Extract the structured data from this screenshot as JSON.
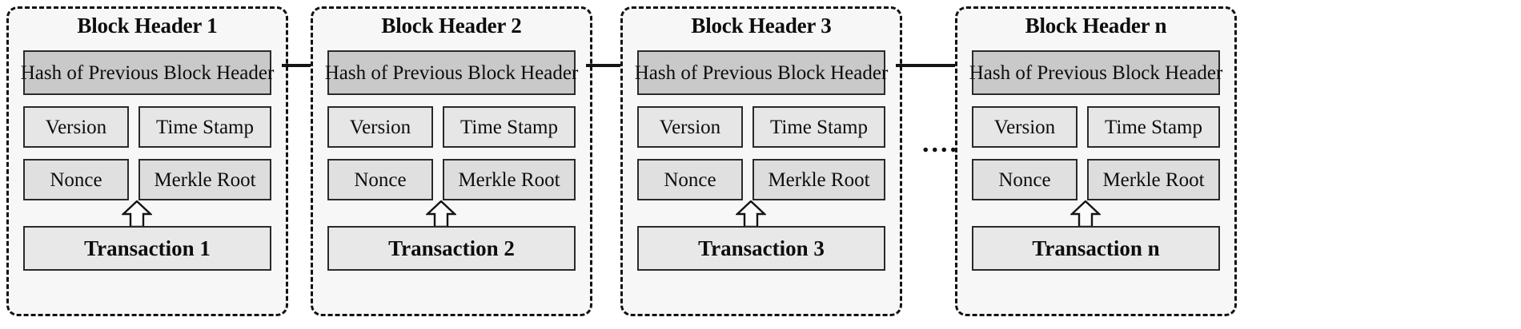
{
  "diagram": {
    "title": "Blockchain block structure chain",
    "ellipsis": "....",
    "colors": {
      "page_background": "#ffffff",
      "block_background": "#f7f7f7",
      "block_border": "#111111",
      "hash_cell_fill": "#c9c9c9",
      "field_cell_fill": "#e6e6e6",
      "transaction_cell_fill": "#e8e8e8",
      "cell_border": "#2a2a2a",
      "arrow": "#111111",
      "text": "#0d0d0d"
    },
    "labels": {
      "hash": "Hash of Previous Block Header",
      "version": "Version",
      "timestamp": "Time Stamp",
      "nonce": "Nonce",
      "merkle_root": "Merkle Root"
    },
    "blocks": [
      {
        "id": "block-1",
        "header": "Block Header 1",
        "hash": "Hash of Previous Block Header",
        "version": "Version",
        "timestamp": "Time Stamp",
        "nonce": "Nonce",
        "merkle_root": "Merkle Root",
        "transaction": "Transaction 1"
      },
      {
        "id": "block-2",
        "header": "Block Header 2",
        "hash": "Hash of Previous Block Header",
        "version": "Version",
        "timestamp": "Time Stamp",
        "nonce": "Nonce",
        "merkle_root": "Merkle Root",
        "transaction": "Transaction 2"
      },
      {
        "id": "block-3",
        "header": "Block Header 3",
        "hash": "Hash of Previous Block Header",
        "version": "Version",
        "timestamp": "Time Stamp",
        "nonce": "Nonce",
        "merkle_root": "Merkle Root",
        "transaction": "Transaction 3"
      },
      {
        "id": "block-n",
        "header": "Block Header n",
        "hash": "Hash of Previous Block Header",
        "version": "Version",
        "timestamp": "Time Stamp",
        "nonce": "Nonce",
        "merkle_root": "Merkle Root",
        "transaction": "Transaction n"
      }
    ]
  }
}
